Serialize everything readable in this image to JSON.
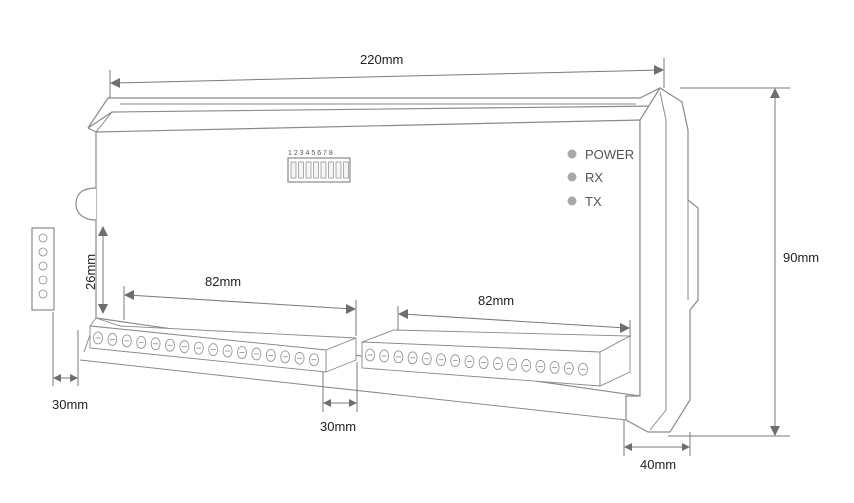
{
  "dimensions": {
    "width": "220mm",
    "height": "90mm",
    "connector_height": "26mm",
    "terminal_left_length": "82mm",
    "terminal_right_length": "82mm",
    "offset_left": "30mm",
    "gap_between_blocks": "30mm",
    "side_depth": "40mm"
  },
  "leds": [
    {
      "label": "POWER"
    },
    {
      "label": "RX"
    },
    {
      "label": "TX"
    }
  ],
  "dip_switch": {
    "numbers": "1 2 3 4 5 6 7 8"
  },
  "colors": {
    "outline": "#8a8a8a",
    "led": "#a8a8a8",
    "text": "#222222"
  }
}
